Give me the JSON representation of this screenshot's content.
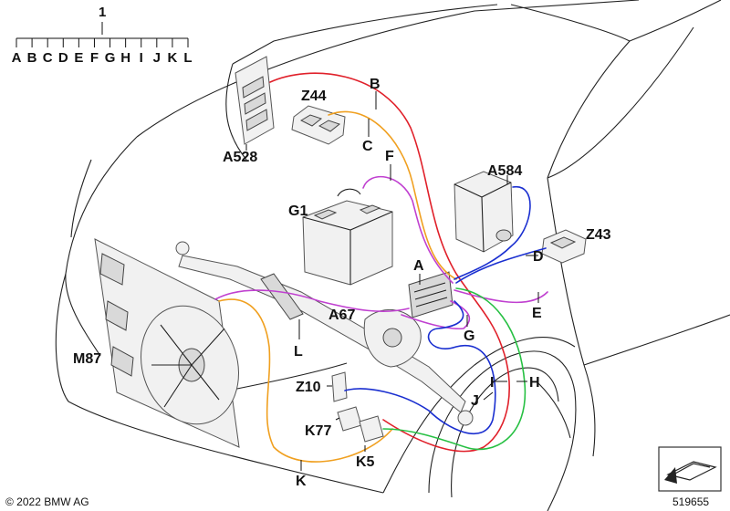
{
  "key": {
    "title": "1",
    "letters": [
      "A",
      "B",
      "C",
      "D",
      "E",
      "F",
      "G",
      "H",
      "I",
      "J",
      "K",
      "L"
    ]
  },
  "labels": {
    "A528": "A528",
    "Z44": "Z44",
    "B": "B",
    "C": "C",
    "F": "F",
    "A584": "A584",
    "G1": "G1",
    "Z43": "Z43",
    "D": "D",
    "A": "A",
    "E": "E",
    "A67": "A67",
    "G": "G",
    "M87": "M87",
    "L": "L",
    "I": "I",
    "H": "H",
    "Z10": "Z10",
    "J": "J",
    "K77": "K77",
    "K5": "K5",
    "K": "K"
  },
  "footer": {
    "copyright": "© 2022 BMW AG",
    "diagram_number": "519655"
  },
  "wire_colors": {
    "red": "#e0202a",
    "orange": "#f0a020",
    "purple": "#c040d0",
    "blue": "#1a2fd0",
    "green": "#27c043"
  }
}
